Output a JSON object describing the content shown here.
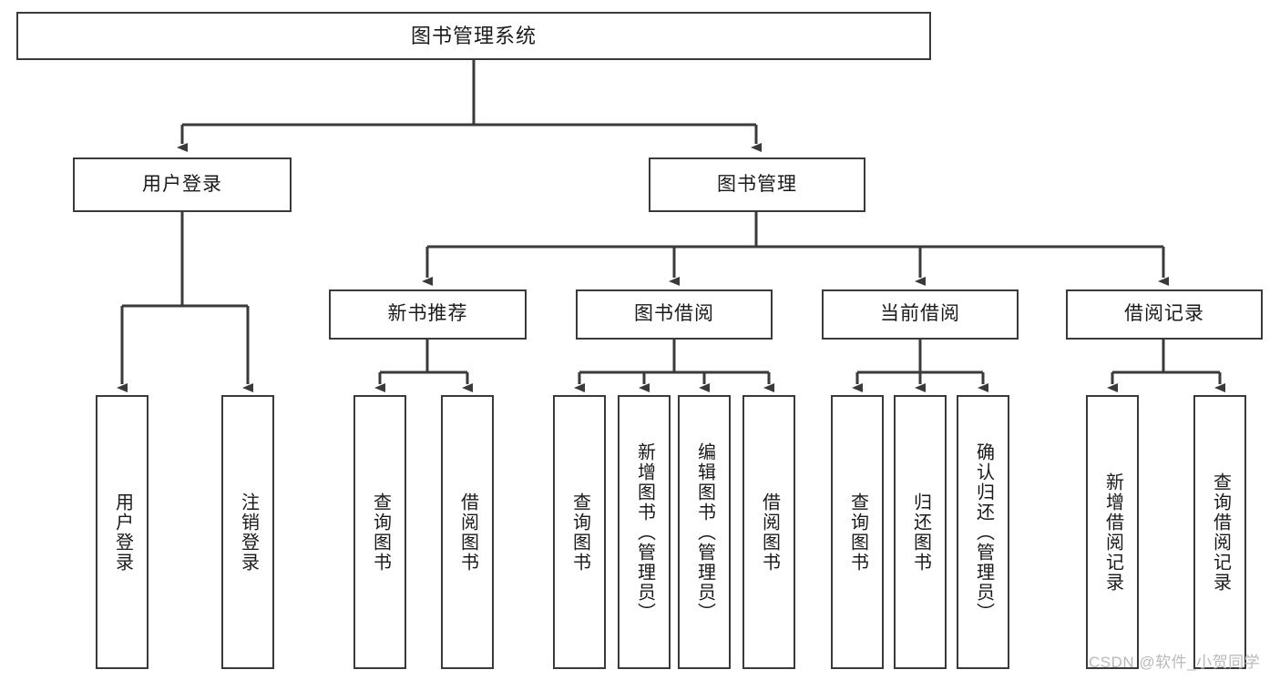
{
  "diagram": {
    "title": "图书管理系统",
    "type": "tree-hierarchy-diagram",
    "colors": {
      "box_border": "#3a3a3a",
      "box_fill": "#ffffff",
      "connector": "#3a3a3a",
      "text": "#1a1a1a",
      "watermark": "#b9b9b9",
      "background": "#ffffff"
    },
    "nodes": {
      "root": {
        "label": "图书管理系统"
      },
      "level2": [
        {
          "label": "用户登录"
        },
        {
          "label": "图书管理"
        }
      ],
      "level3": [
        {
          "label": "新书推荐"
        },
        {
          "label": "图书借阅"
        },
        {
          "label": "当前借阅"
        },
        {
          "label": "借阅记录"
        }
      ],
      "leaves": {
        "user_login": [
          {
            "label": "用户登录"
          },
          {
            "label": "注销登录"
          }
        ],
        "new_book": [
          {
            "label": "查询图书"
          },
          {
            "label": "借阅图书"
          }
        ],
        "book_borrow": [
          {
            "label": "查询图书"
          },
          {
            "label": "新增图书（管理员）"
          },
          {
            "label": "编辑图书（管理员）"
          },
          {
            "label": "借阅图书"
          }
        ],
        "current_borrow": [
          {
            "label": "查询图书"
          },
          {
            "label": "归还图书"
          },
          {
            "label": "确认归还（管理员）"
          }
        ],
        "borrow_record": [
          {
            "label": "新增借阅记录"
          },
          {
            "label": "查询借阅记录"
          }
        ]
      }
    },
    "watermark": "CSDN @软件_小贺同学"
  }
}
